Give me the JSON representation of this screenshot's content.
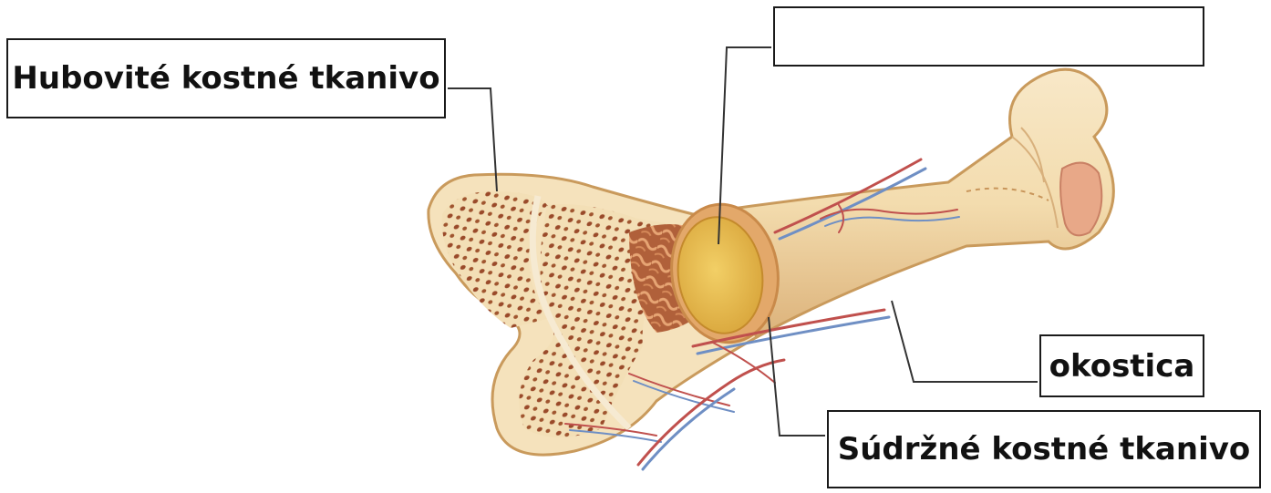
{
  "labels": {
    "spongy_bone": "Hubovité kostné tkanivo",
    "blank_label": "",
    "periosteum": "okostica",
    "compact_bone": "Súdržné kostné tkanivo"
  },
  "colors": {
    "bone_light": "#f6e6c4",
    "bone_mid": "#e8c690",
    "bone_dark": "#c89050",
    "spongy_pores": "#9a4a2a",
    "marrow_yellow": "#e9c053",
    "cartilage_pink": "#e8a888",
    "vessel_red": "#c0504d",
    "vessel_blue": "#6f8fc4"
  }
}
